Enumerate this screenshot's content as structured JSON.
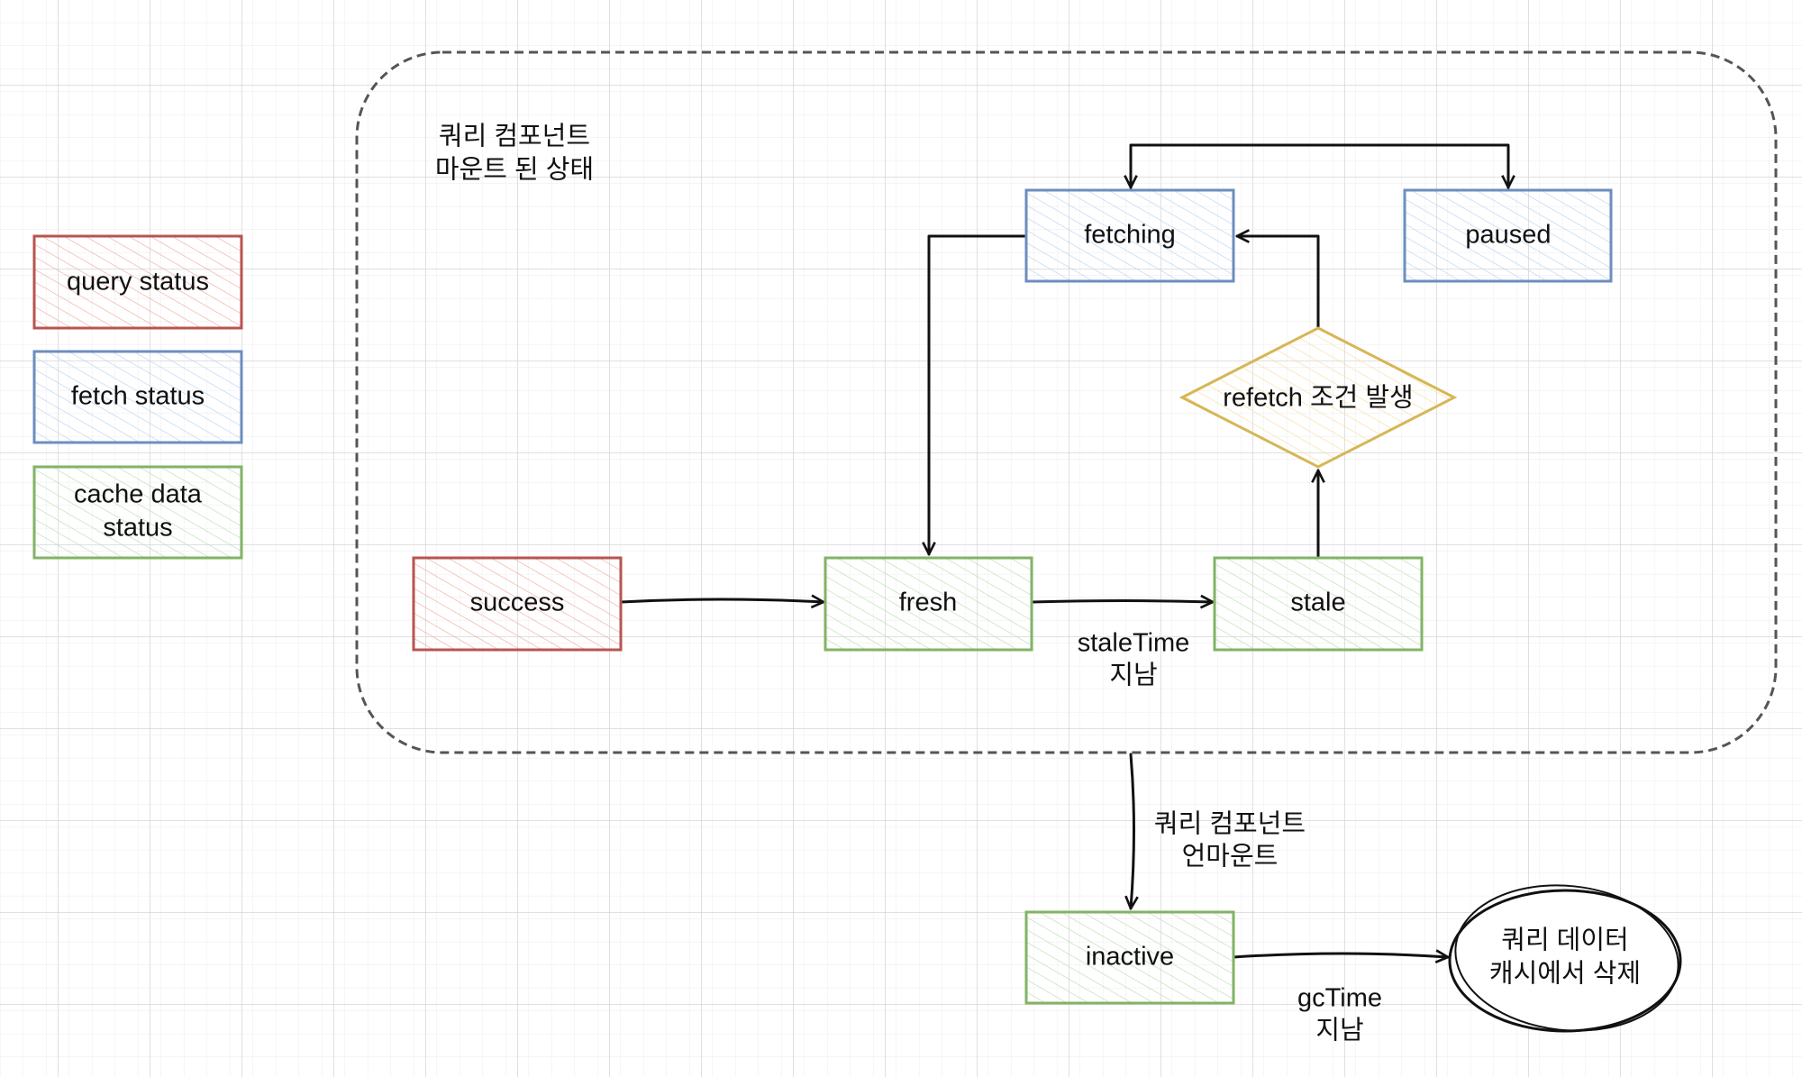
{
  "colors": {
    "query_status": "#b85450",
    "query_fill": "#f8cecc",
    "fetch_status": "#6c8ebf",
    "fetch_fill": "#dae8fc",
    "cache_status": "#82b366",
    "cache_fill": "#d5e8d4",
    "condition": "#d6b656",
    "condition_fill": "#fff2cc",
    "container_border": "#555555"
  },
  "legend": [
    {
      "label": "query status"
    },
    {
      "label": "fetch status"
    },
    {
      "label": "cache data",
      "label2": "status"
    }
  ],
  "container": {
    "line1": "쿼리 컴포넌트",
    "line2": "마운트 된 상태"
  },
  "nodes": {
    "success": "success",
    "fresh": "fresh",
    "stale": "stale",
    "fetching": "fetching",
    "paused": "paused",
    "refetch": "refetch 조건 발생",
    "inactive": "inactive",
    "delete_line1": "쿼리 데이터",
    "delete_line2": "캐시에서 삭제"
  },
  "edges": {
    "stale_time_line1": "staleTime",
    "stale_time_line2": "지남",
    "unmount_line1": "쿼리 컴포넌트",
    "unmount_line2": "언마운트",
    "gc_time_line1": "gcTime",
    "gc_time_line2": "지남"
  }
}
